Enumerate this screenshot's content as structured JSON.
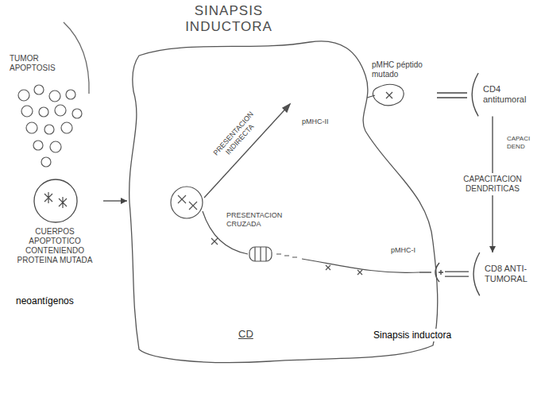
{
  "diagram": {
    "title": "SINAPSIS INDUCTORA",
    "nodes": [
      {
        "text": [
          "CUERPOS APOPTOTICO CONTENIENDO PROTEINA MUTADA"
        ]
      },
      {
        "text": [
          "CD"
        ]
      },
      {
        "text": [
          "pMHC péptido mutado"
        ]
      },
      {
        "text": [
          "CD4 antitumoral"
        ]
      },
      {
        "text": [
          "CD8 ANTI-TUMORAL"
        ]
      }
    ],
    "edges": [
      {
        "from": 0,
        "to": 1,
        "arrow": "to"
      },
      {
        "from": 2,
        "to": 3,
        "arrow": "none"
      },
      {
        "from": 1,
        "to": 4,
        "arrow": "none"
      },
      {
        "from": 3,
        "to": 4,
        "arrow": "to",
        "label": "CAPACITACION DENDRITICAS"
      }
    ],
    "labels": [
      "TUMOR APOPTOSIS",
      "PRESENTACION INDIRECTA",
      "PRESENTACION CRUZADA",
      "pMHC-II",
      "pMHC-I",
      "CAPACI DEND",
      "Sinapsis inductora",
      "neoantígenos"
    ]
  }
}
